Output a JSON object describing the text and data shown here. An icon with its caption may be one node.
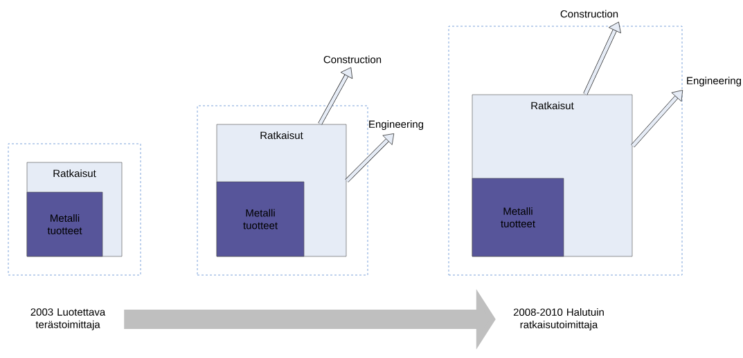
{
  "diagram": {
    "nodes": [
      {
        "text": [],
        "shape": "box"
      },
      {
        "text": [
          "Ratkaisut"
        ],
        "in": 0
      },
      {
        "text": [
          "Metalli tuotteet"
        ],
        "in": 1
      },
      {
        "text": [],
        "shape": "box"
      },
      {
        "text": [
          "Ratkaisut"
        ],
        "in": 3
      },
      {
        "text": [
          "Metalli tuotteet"
        ],
        "in": 4
      },
      {
        "text": [
          "Construction"
        ]
      },
      {
        "text": [
          "Engineering"
        ]
      },
      {
        "text": [],
        "shape": "box"
      },
      {
        "text": [
          "Ratkaisut"
        ],
        "in": 8
      },
      {
        "text": [
          "Metalli tuotteet"
        ],
        "in": 9
      },
      {
        "text": [
          "Construction"
        ]
      },
      {
        "text": [
          "Engineering"
        ]
      },
      {
        "text": [
          "2003 Luotettava terästoimittaja"
        ]
      },
      {
        "text": [
          "2008-2010 Halutuin ratkaisutoimittaja"
        ]
      }
    ],
    "edges": [
      {
        "from": 4,
        "to": 6,
        "arrow": "to"
      },
      {
        "from": 4,
        "to": 7,
        "arrow": "to"
      },
      {
        "from": 9,
        "to": 11,
        "arrow": "to"
      },
      {
        "from": 9,
        "to": 12,
        "arrow": "to"
      },
      {
        "from": 13,
        "to": 14,
        "arrow": "to",
        "style": "thick",
        "color": "#bfbfbf"
      }
    ]
  }
}
